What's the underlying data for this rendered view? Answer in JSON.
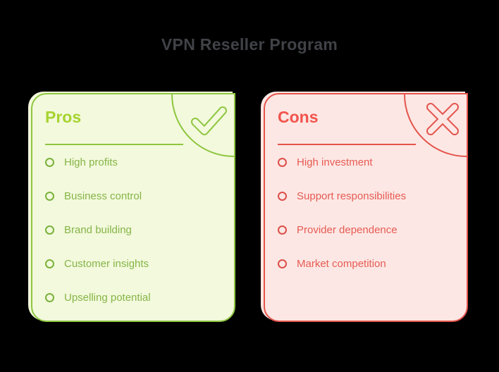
{
  "page": {
    "background": "#000000",
    "title": "VPN Reseller Program",
    "title_color": "#404247"
  },
  "cards": [
    {
      "id": "pros",
      "label": "Pros",
      "icon": "check-icon",
      "items": [
        "High profits",
        "Business control",
        "Brand building",
        "Customer insights",
        "Upselling potential"
      ],
      "colors": {
        "border": "#8ec640",
        "fill": "#f3f9dc",
        "title": "#a6d42f",
        "text": "#85b548",
        "bullet": "#79b23c"
      }
    },
    {
      "id": "cons",
      "label": "Cons",
      "icon": "x-icon",
      "items": [
        "High investment",
        "Support responsibilities",
        "Provider dependence",
        "Market competition"
      ],
      "colors": {
        "border": "#e4544c",
        "fill": "#fce7e4",
        "title": "#f1534c",
        "text": "#e75b53",
        "bullet": "#dc4f48"
      }
    }
  ]
}
